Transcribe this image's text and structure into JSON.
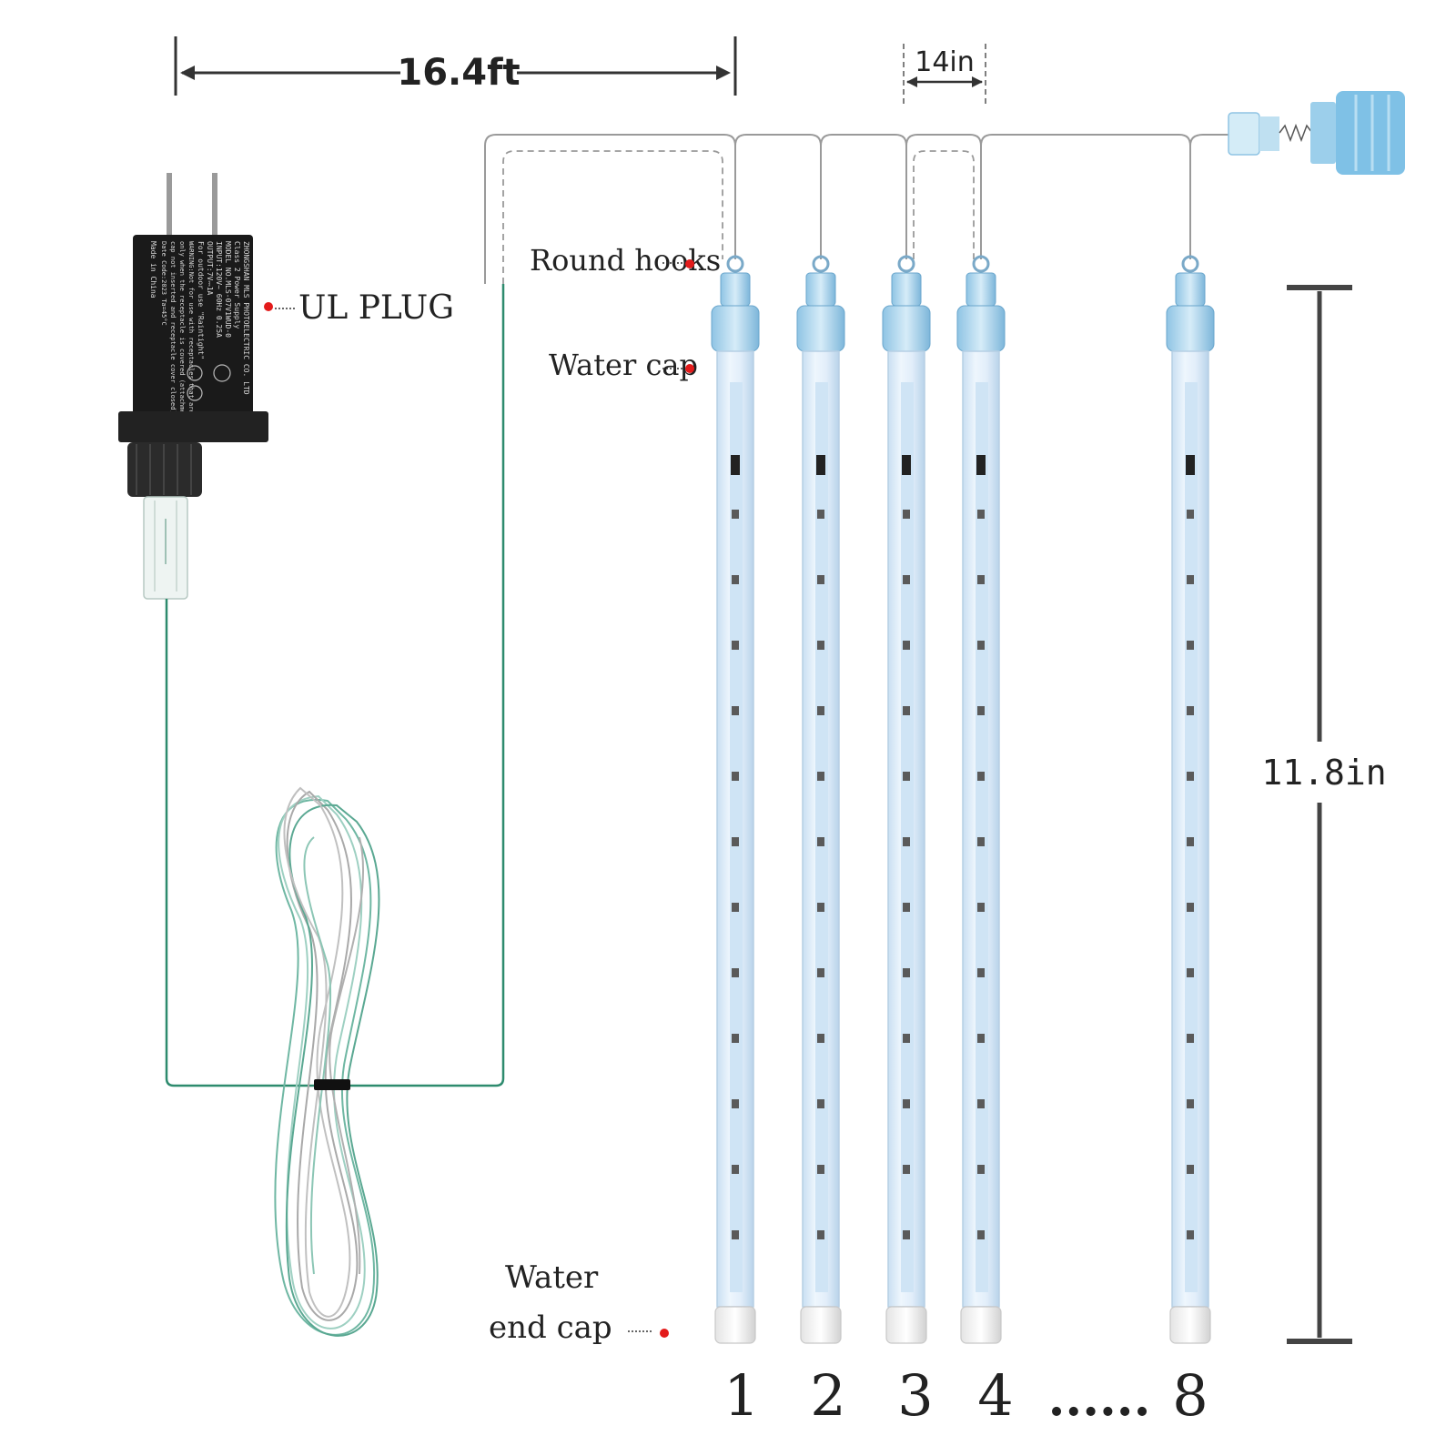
{
  "dimensions": {
    "cable_length": "16.4ft",
    "tube_spacing": "14in",
    "tube_length": "11.8in"
  },
  "callouts": {
    "ul_plug": "UL PLUG",
    "round_hooks": "Round hooks",
    "water_cap": "Water cap",
    "end_cap_line1": "Water",
    "end_cap_line2": "end cap"
  },
  "adapter": {
    "line1": "ZHONGSHAN MLS PHOTOELECTRIC CO. LTD",
    "line2": "Class 2 Power Supply",
    "line3": "MODEL NO.MLS-07V1WUD-0",
    "line4": "INPUT:120V~ 60Hz 0.25A",
    "line5": "OUTPUT:7V⎓1A",
    "line6": "For outdoor use \"Raintight\"",
    "line7": "WARNING:Not for use with receptacles that are weatherproof",
    "line8": "only when the receptacle is covered (attachment plug",
    "line9": "cap not inserted and receptacle cover closed)",
    "line10": "Date Code:2023 Ta=45°C",
    "line11": "Made in China"
  },
  "tube_labels": [
    "1",
    "2",
    "3",
    "4",
    "8"
  ],
  "ellipsis": "......",
  "colors": {
    "callout_dot": "#e31b1b",
    "wire": "#9a9a9a",
    "green_wire": "#2e8b6e",
    "tube_fill": "#dfeefa",
    "led": "#4a4a4a",
    "adapter_body": "#1a1a1a"
  }
}
